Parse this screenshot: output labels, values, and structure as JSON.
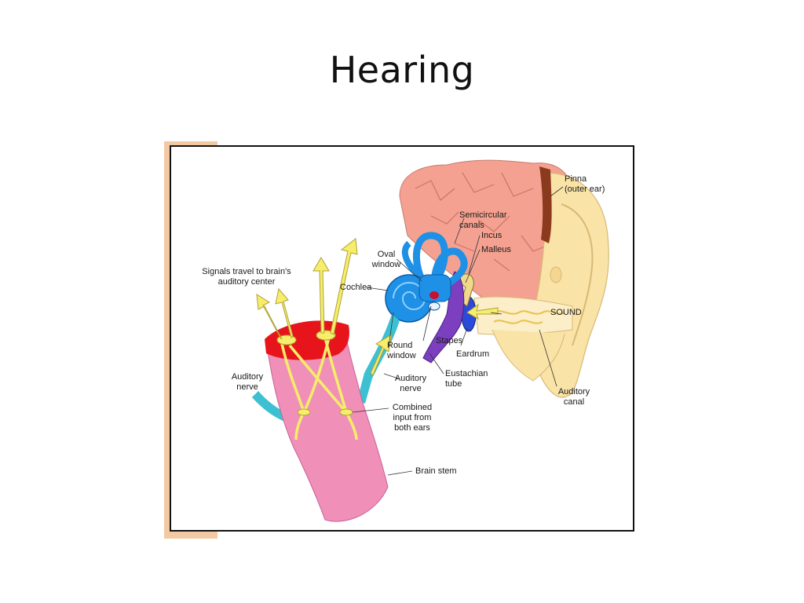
{
  "title": "Hearing",
  "colors": {
    "brain": "#f4a191",
    "cochlea": "#1e90e6",
    "stem": "#f08fb8",
    "nerve_cut": "#e8141c",
    "signal": "#f6ee6a",
    "outer_ear": "#f9e3a6",
    "eustachian": "#7b3fbf",
    "hair": "#8b3a1e",
    "nerve_teal": "#3cc0d2"
  },
  "labels": {
    "pinna": "Pinna\n(outer ear)",
    "semicircular": "Semicircular\ncanals",
    "incus": "Incus",
    "malleus": "Malleus",
    "oval_window": "Oval\nwindow",
    "signals": "Signals travel to brain's\nauditory center",
    "cochlea": "Cochlea",
    "sound": "SOUND",
    "round_window": "Round\nwindow",
    "stapes": "Stapes",
    "eardrum": "Eardrum",
    "auditory_nerve_left": "Auditory\nnerve",
    "auditory_nerve_mid": "Auditory\nnerve",
    "eustachian": "Eustachian\ntube",
    "auditory_canal": "Auditory\ncanal",
    "combined": "Combined\ninput from\nboth ears",
    "brain_stem": "Brain stem"
  }
}
